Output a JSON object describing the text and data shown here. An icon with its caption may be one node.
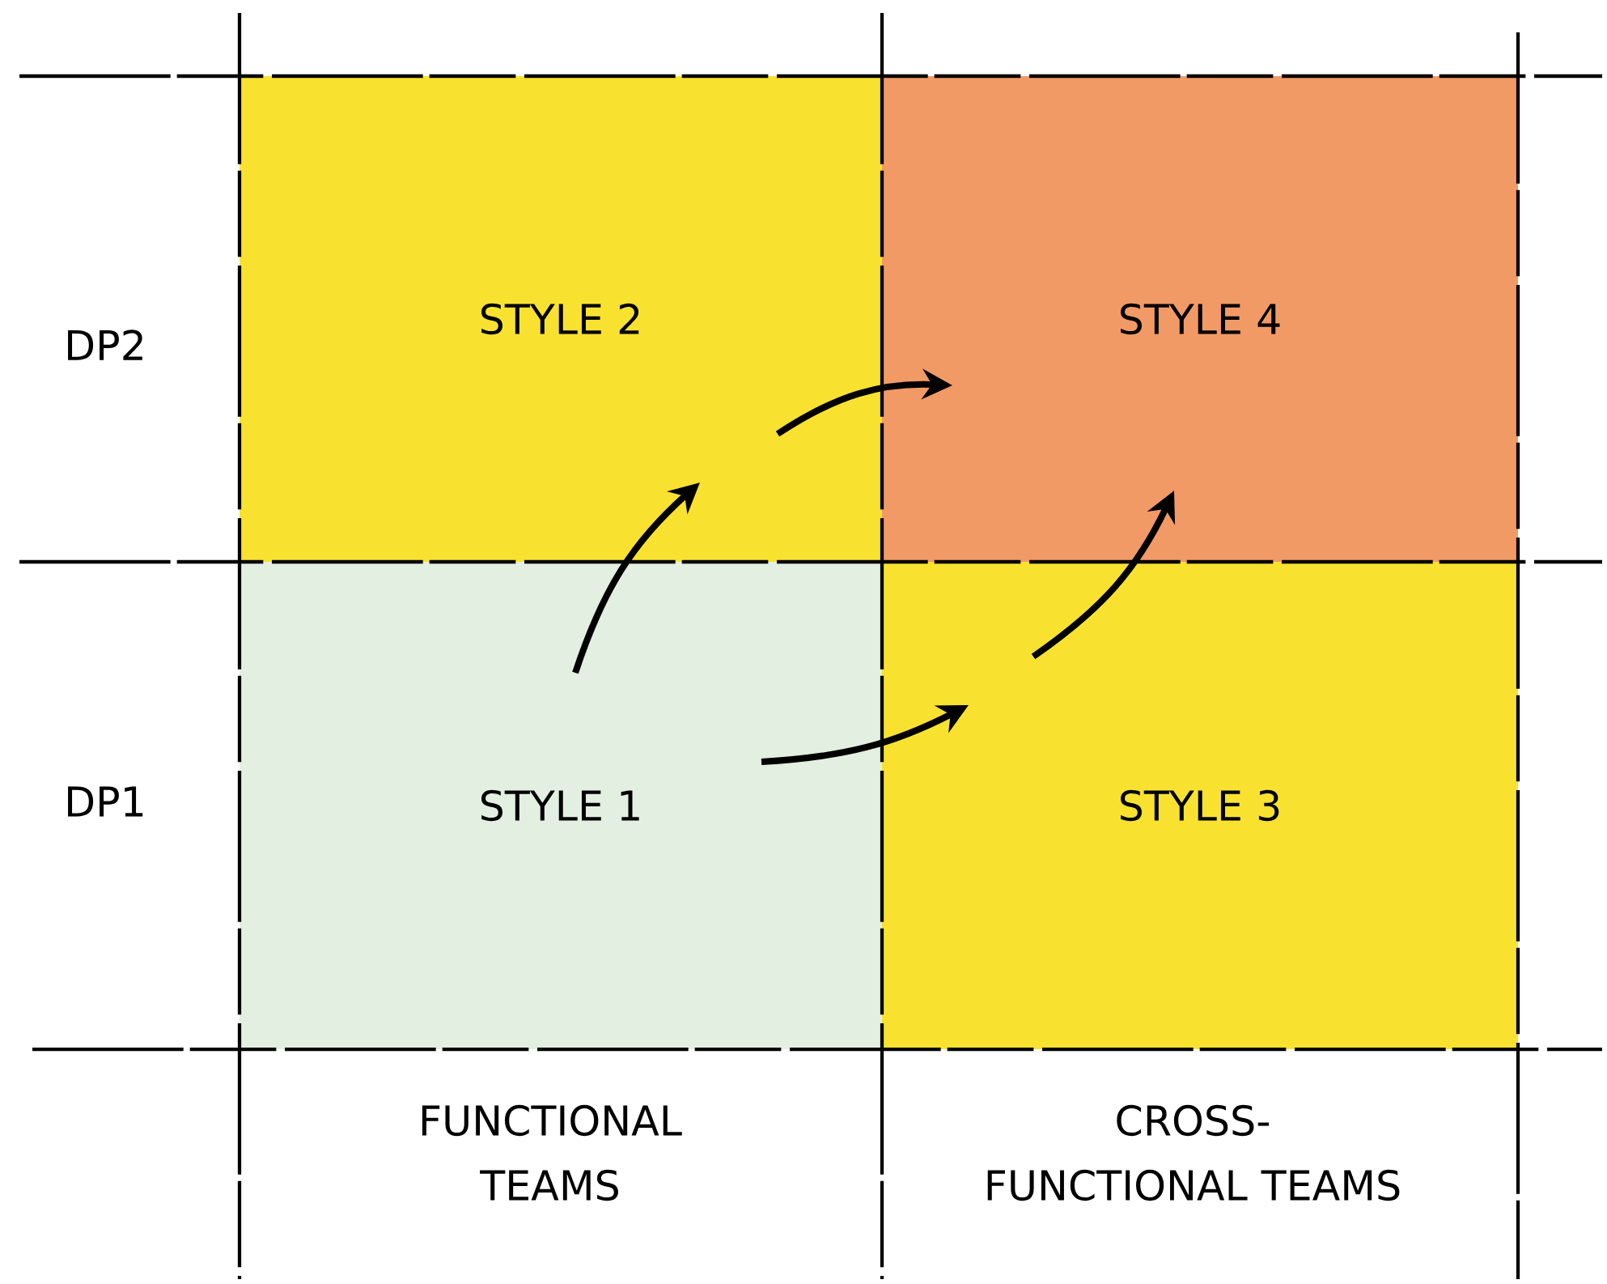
{
  "diagram": {
    "nodes": [
      {
        "text": [
          "STYLE 2"
        ]
      },
      {
        "text": [
          "STYLE 4"
        ]
      },
      {
        "text": [
          "STYLE 1"
        ]
      },
      {
        "text": [
          "STYLE 3"
        ]
      }
    ],
    "edges": [
      {
        "from": 2,
        "to": 0,
        "arrow": "to"
      },
      {
        "from": 0,
        "to": 1,
        "arrow": "to"
      },
      {
        "from": 2,
        "to": 3,
        "arrow": "to"
      },
      {
        "from": 3,
        "to": 1,
        "arrow": "to"
      }
    ],
    "labels": [
      "DP2",
      "DP1",
      "FUNCTIONAL TEAMS",
      "CROSS-FUNCTIONAL TEAMS"
    ]
  }
}
